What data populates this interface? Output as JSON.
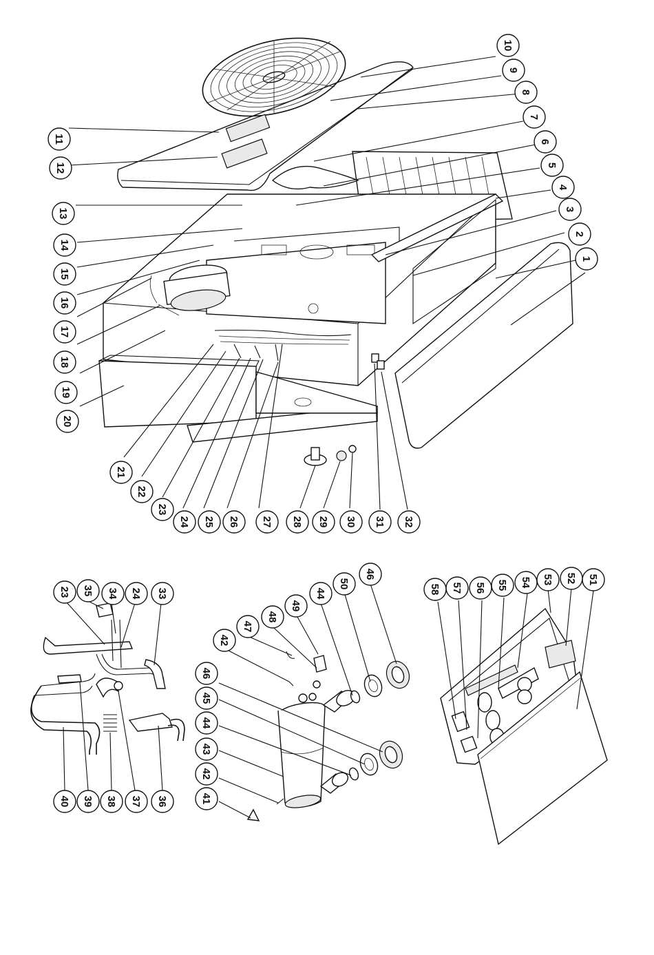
{
  "callouts_top": {
    "right_column": [
      "10",
      "9",
      "8",
      "7",
      "6",
      "5",
      "4",
      "3",
      "2",
      "1"
    ],
    "left_column": [
      "11",
      "12",
      "13",
      "14",
      "15",
      "16",
      "17",
      "18",
      "19",
      "20"
    ],
    "bottom_row": [
      "21",
      "22",
      "23",
      "24",
      "25",
      "26",
      "27",
      "28",
      "29",
      "30",
      "31",
      "32"
    ]
  },
  "callouts_pipes": [
    "23",
    "35",
    "34",
    "24",
    "33",
    "40",
    "39",
    "38",
    "37",
    "36"
  ],
  "callouts_heat_exchanger": [
    "42",
    "47",
    "48",
    "49",
    "44",
    "50",
    "46",
    "46",
    "45",
    "44",
    "43",
    "42",
    "41"
  ],
  "callouts_control_box": [
    "58",
    "57",
    "56",
    "55",
    "54",
    "53",
    "52",
    "51"
  ]
}
